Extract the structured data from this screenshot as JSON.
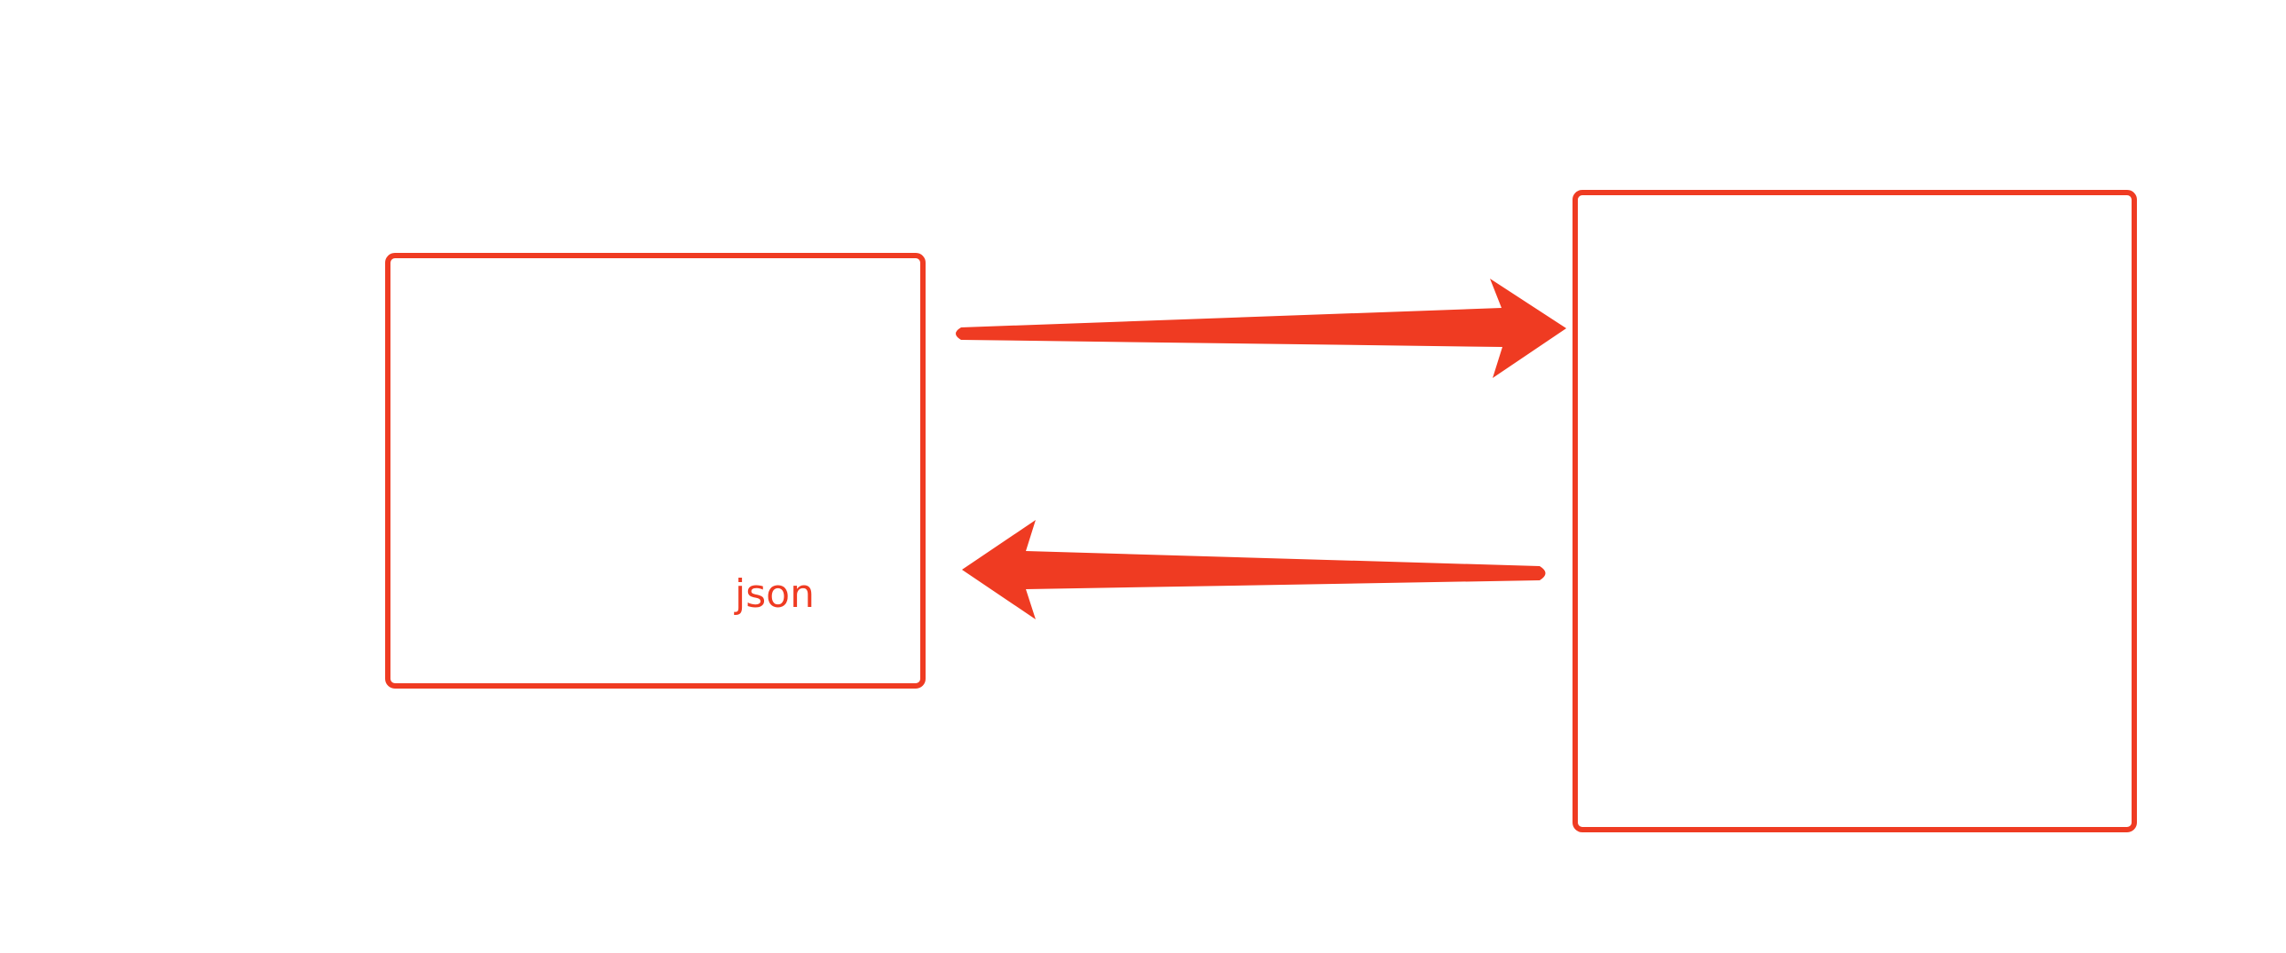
{
  "colors": {
    "stroke": "#ef3b22",
    "background": "#ffffff"
  },
  "diagram": {
    "left_box": {
      "label": "json"
    },
    "right_box": {
      "label": ""
    },
    "arrows": [
      {
        "from": "left_box",
        "to": "right_box",
        "label": ""
      },
      {
        "from": "right_box",
        "to": "left_box",
        "label": ""
      }
    ]
  }
}
